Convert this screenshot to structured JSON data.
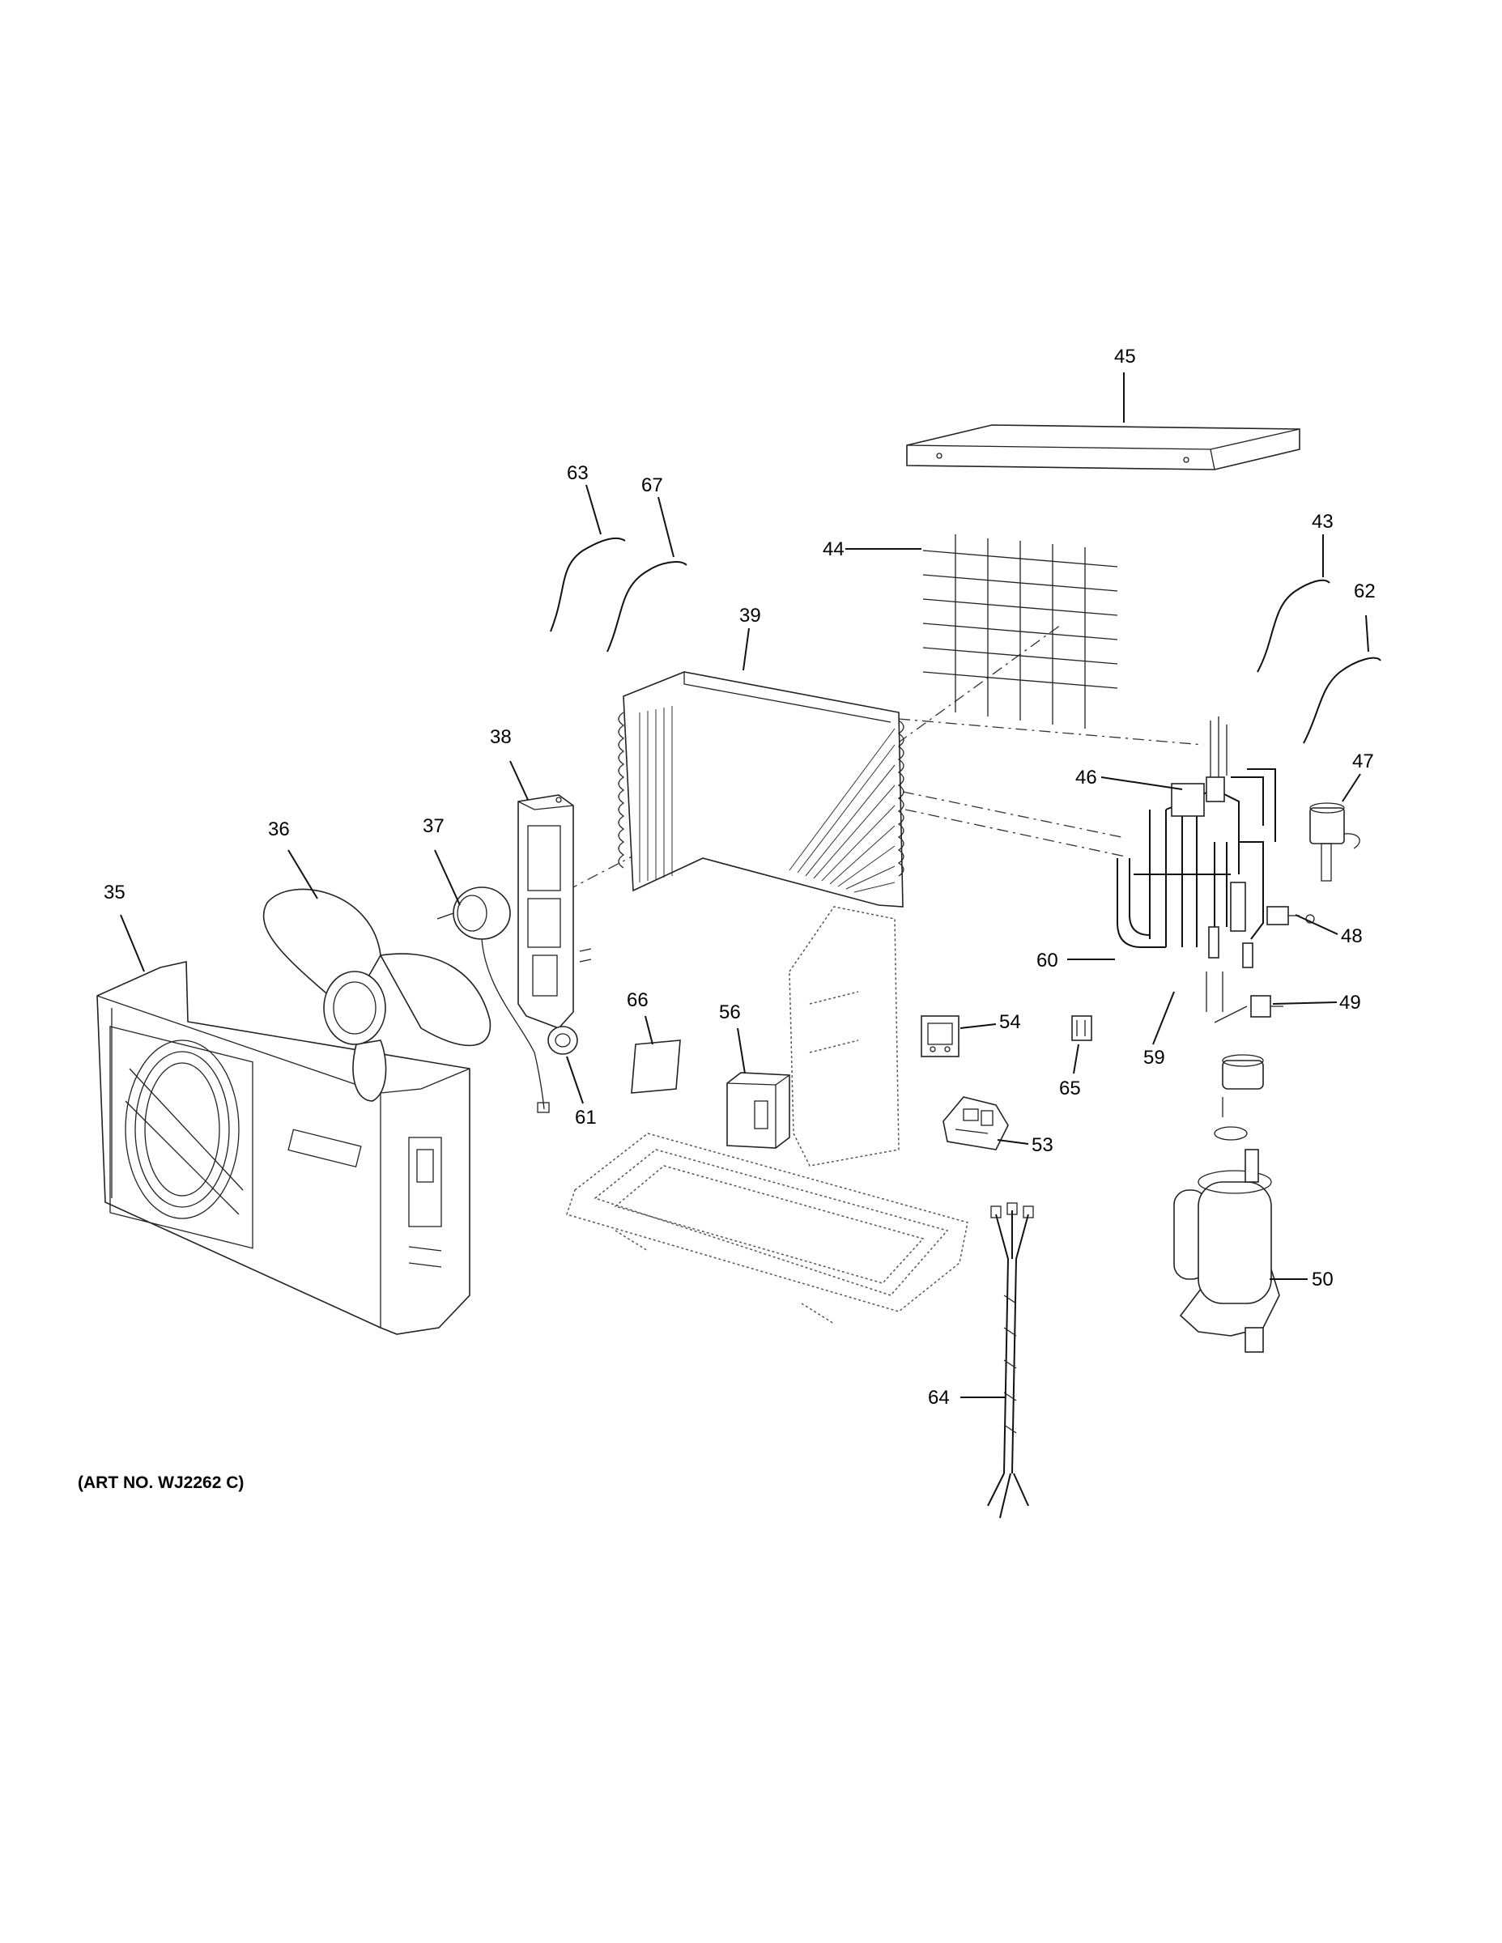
{
  "diagram": {
    "art_number": "(ART NO. WJ2262 C)",
    "callouts": [
      "35",
      "36",
      "37",
      "38",
      "39",
      "43",
      "44",
      "45",
      "46",
      "47",
      "48",
      "49",
      "50",
      "53",
      "54",
      "56",
      "59",
      "60",
      "61",
      "62",
      "63",
      "64",
      "65",
      "66",
      "67"
    ]
  }
}
